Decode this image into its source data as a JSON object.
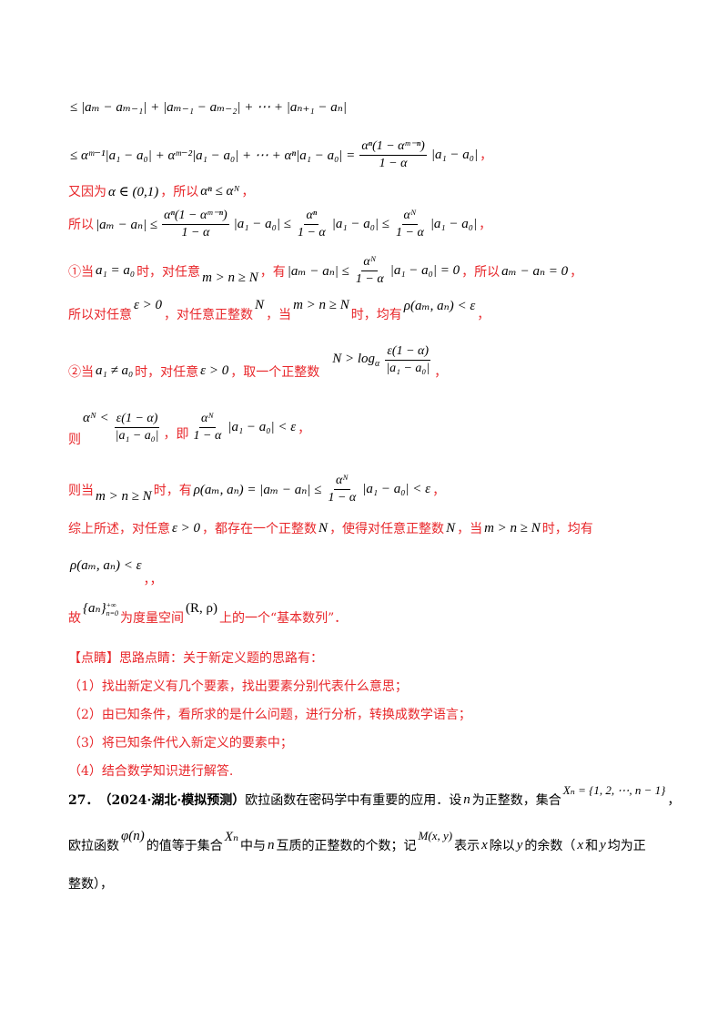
{
  "colors": {
    "red": "#e8262a",
    "black": "#000000"
  },
  "l1": {
    "math": "≤ |aₘ − aₘ₋₁| + |aₘ₋₁ − aₘ₋₂| + ⋯ + |aₙ₊₁ − aₙ|"
  },
  "l2": {
    "math": "≤ αᵐ⁻¹|a₁ − a₀| + αᵐ⁻²|a₁ − a₀| + ⋯ + αⁿ|a₁ − a₀| =",
    "num": "αⁿ(1 − αᵐ⁻ⁿ)",
    "den": "1 − α",
    "tail": "|a₁ − a₀|",
    "punct": "，"
  },
  "l3": {
    "t1": "又因为",
    "m1": "α ∈ (0,1)",
    "t2": "，所以",
    "m2": "αⁿ ≤ αᴺ",
    "t3": "，"
  },
  "l4": {
    "t1": "所以",
    "m1": "|aₘ − aₙ| ≤",
    "f1n": "αⁿ(1 − αᵐ⁻ⁿ)",
    "f1d": "1 − α",
    "m2": "|a₁ − a₀| ≤",
    "f2n": "αⁿ",
    "f2d": "1 − α",
    "m3": "|a₁ − a₀| ≤",
    "f3n": "αᴺ",
    "f3d": "1 − α",
    "m4": "|a₁ − a₀|",
    "t2": "，"
  },
  "l5": {
    "t1": "①当",
    "m1": "a₁ = a₀",
    "t2": "时，对任意",
    "m2": "m > n ≥ N",
    "t3": "，有",
    "m3": "|aₘ − aₙ| ≤",
    "fn": "αᴺ",
    "fd": "1 − α",
    "m4": "|a₁ − a₀| = 0",
    "t4": "，所以",
    "m5": "aₘ − aₙ = 0",
    "t5": "，"
  },
  "l6": {
    "t1": "所以对任意",
    "m1": "ε > 0",
    "t2": "，对任意正整数",
    "m2": "N",
    "t3": "，当",
    "m3": "m > n ≥ N",
    "t4": "时，均有",
    "m4": "ρ(aₘ, aₙ) < ε",
    "t5": "，"
  },
  "l7": {
    "t1": "②当",
    "m1": "a₁ ≠ a₀",
    "t2": "时，对任意",
    "m2": "ε > 0",
    "t3": "，取一个正整数",
    "m3": "N > log",
    "m3sub": "α",
    "fn": "ε(1 − α)",
    "fd": "|a₁ − a₀|",
    "t4": "，"
  },
  "l8": {
    "t1": "则",
    "m1": "αᴺ <",
    "f1n": "ε(1 − α)",
    "f1d": "|a₁ − a₀|",
    "t2": "，即",
    "f2n": "αᴺ",
    "f2d": "1 − α",
    "m2": "|a₁ − a₀| < ε",
    "t3": "，"
  },
  "l9": {
    "t1": "则当",
    "m1": "m > n ≥ N",
    "t2": "时，有",
    "m2": "ρ(aₘ, aₙ) = |aₘ − aₙ| ≤",
    "fn": "αᴺ",
    "fd": "1 − α",
    "m3": "|a₁ − a₀| < ε",
    "t3": "，"
  },
  "l10": {
    "t1": "综上所述，对任意",
    "m1": "ε > 0",
    "t2": "，都存在一个正整数",
    "m2": "N",
    "t3": "，使得对任意正整数",
    "m3": "N",
    "t4": "，当",
    "m4": "m > n ≥ N",
    "t5": "时，均有"
  },
  "l11": {
    "m1": "ρ(aₘ, aₙ) < ε",
    "t1": "，，"
  },
  "l12": {
    "t1": "故",
    "m1": "{aₙ}",
    "m1sup": "+∞",
    "m1sub": "n=0",
    "t2": "为度量空间",
    "m2": "(R, ρ)",
    "t3": "上的一个“基本数列”．"
  },
  "tip": {
    "heading": "【点睛】思路点睛：关于新定义题的思路有：",
    "items": [
      "（1）找出新定义有几个要素，找出要素分别代表什么意思；",
      "（2）由已知条件，看所求的是什么问题，进行分析，转换成数学语言；",
      "（3）将已知条件代入新定义的要素中；",
      "（4）结合数学知识进行解答."
    ]
  },
  "q27": {
    "num": "27．",
    "source": "（2024·湖北·模拟预测）",
    "t1": "欧拉函数在密码学中有重要的应用．设",
    "n": "n",
    "t2": "为正整数，集合",
    "set": "Xₙ = {1, 2, ⋯, n − 1}",
    "t3": "，",
    "l2t1": "欧拉函数",
    "phi": "φ(n)",
    "l2t2": "的值等于集合",
    "xn": "Xₙ",
    "l2t3": "中与",
    "l2n": "n",
    "l2t4": "互质的正整数的个数；记",
    "mxy": "M(x, y)",
    "l2t5": "表示",
    "x": "x",
    "l2t6": "除以",
    "y": "y",
    "l2t7": "的余数（",
    "x2": "x",
    "l2t8": "和",
    "y2": "y",
    "l2t9": "均为正",
    "l3t1": "整数），"
  }
}
